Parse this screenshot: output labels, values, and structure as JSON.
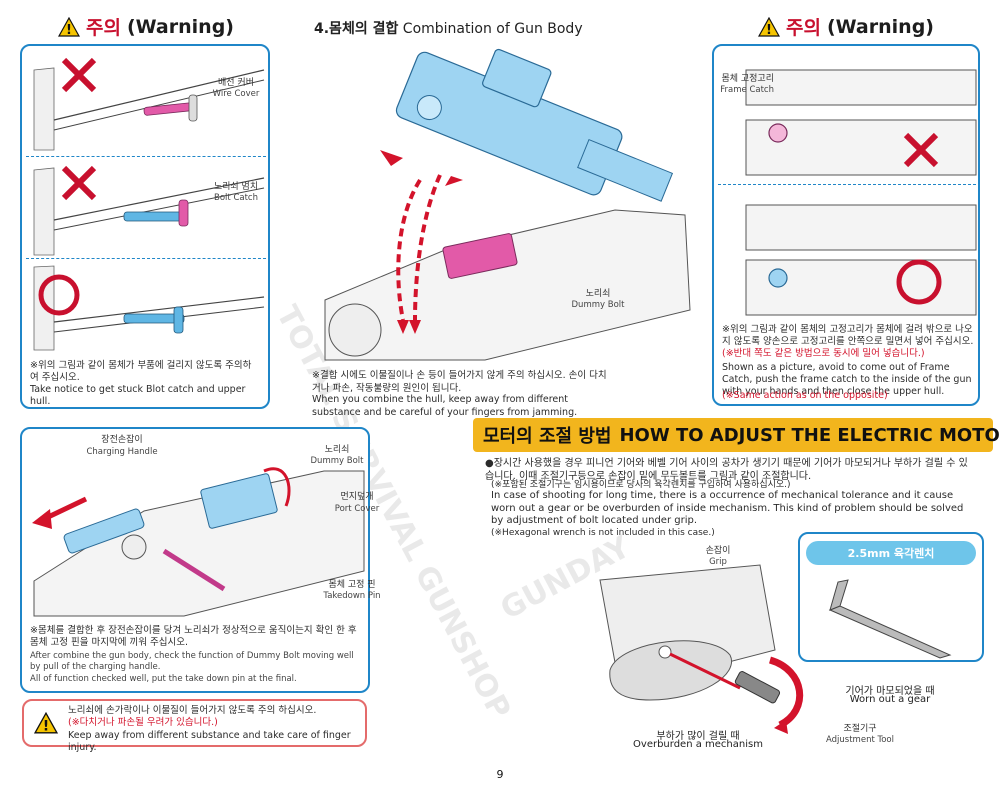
{
  "warning_left": {
    "ko": "주의",
    "en": "(Warning)"
  },
  "warning_right": {
    "ko": "주의",
    "en": "(Warning)"
  },
  "section_title": {
    "ko": "4.몸체의 결합",
    "en": "Combination of Gun Body"
  },
  "labels": {
    "wire_cover_ko": "배선 커버",
    "wire_cover_en": "Wire Cover",
    "bolt_catch_ko": "노리쇠 멈치",
    "bolt_catch_en": "Bolt Catch",
    "frame_catch_ko": "몸체 고정고리",
    "frame_catch_en": "Frame Catch",
    "dummy_bolt_ko": "노리쇠",
    "dummy_bolt_en": "Dummy Bolt",
    "charging_handle_ko": "장전손잡이",
    "charging_handle_en": "Charging Handle",
    "dummy_bolt2_ko": "노리쇠",
    "dummy_bolt2_en": "Dummy Bolt",
    "port_cover_ko": "먼지덮개",
    "port_cover_en": "Port Cover",
    "takedown_pin_ko": "몸체 고정 핀",
    "takedown_pin_en": "Takedown Pin",
    "grip_ko": "손잡이",
    "grip_en": "Grip",
    "worn_gear_ko": "기어가 마모되었을 때",
    "worn_gear_en": "Worn out a gear",
    "adj_tool_ko": "조절기구",
    "adj_tool_en": "Adjustment Tool",
    "overburden_ko": "부하가 많이 걸릴 때",
    "overburden_en": "Overburden a mechanism"
  },
  "left_notes": {
    "ko": "※위의 그림과 같이 몸체가 부품에 걸리지 않도록 주의하여 주십시오.",
    "en": "Take notice to get stuck Blot catch and upper hull."
  },
  "center_notes": {
    "ko_red": "※결합 시에도 이물질이나 손 등이 들어가지 않게 주의 하십시오. 손이 다치거나 파손, 작동불량의 원인이 됩니다.",
    "en": "When you combine the hull, keep away from different substance and be careful of your fingers from jamming."
  },
  "right_notes": {
    "ko": "※위의 그림과 같이 몸체의 고정고리가 몸체에 걸려 밖으로 나오지 않도록 양손으로 고정고리를 안쪽으로 밀면서 넣어 주십시오.",
    "ko_red": "(※반대 쪽도 같은 방법으로 동시에 밀어 넣습니다.)",
    "en": "Shown as a picture, avoid to come out of Frame Catch, push the frame catch to the inside of the gun with your hands and then close the upper hull.",
    "en_red": "(※Same action as on the opposite)"
  },
  "bottom_left_notes": {
    "ko": "※몸체를 결합한 후 장전손잡이를 당겨 노리쇠가 정상적으로 움직이는지 확인 한 후 몸체 고정 핀을 마지막에 끼워 주십시오.",
    "en1": "After combine the gun body, check the function of Dummy Bolt moving well by pull of the charging handle.",
    "en2": "All of function checked well, put the take down pin at the final."
  },
  "bottom_warning": {
    "ko": "노리쇠에 손가락이나 이물질이 들어가지 않도록 주의 하십시오.",
    "ko_red": "(※다치거나 파손될 우려가 있습니다.)",
    "en": "Keep away from different substance and take care of finger injury."
  },
  "motor": {
    "title_ko": "모터의 조절 방법",
    "title_en": "HOW TO ADJUST THE ELECTRIC MOTOR",
    "ko": "●장시간 사용했을 경우 피니언 기어와 베벨 기어 사이의 공차가 생기기 때문에 기어가 마모되거나 부하가 걸릴 수 있습니다. 이때 조절기구등으로 손잡이 밑에 무두볼트를 그림과 같이 조절합니다.",
    "ko_red": "(※포함된 조절기구는 임시용이므로 당사의 육각렌치를 구입하여 사용하십시오.)",
    "en": "In case of shooting for long time, there is a occurrence of mechanical tolerance and it cause worn out a gear or be overburden of inside mechanism. This kind of problem should be solved by adjustment of bolt located under grip.",
    "en_red": "(※Hexagonal wrench is not included in this case.)",
    "wrench": "2.5mm 육각렌치"
  },
  "watermark": {
    "line1": "TOTAL SURVIVAL GUNSHOP",
    "line2": "GUNDAY"
  },
  "page_number": "9",
  "colors": {
    "accent_blue": "#1f86c8",
    "warning_red": "#d3132b",
    "banner_gold": "#f2b51d",
    "part_pink": "#e25aa8",
    "part_blue": "#5fb6e4"
  }
}
